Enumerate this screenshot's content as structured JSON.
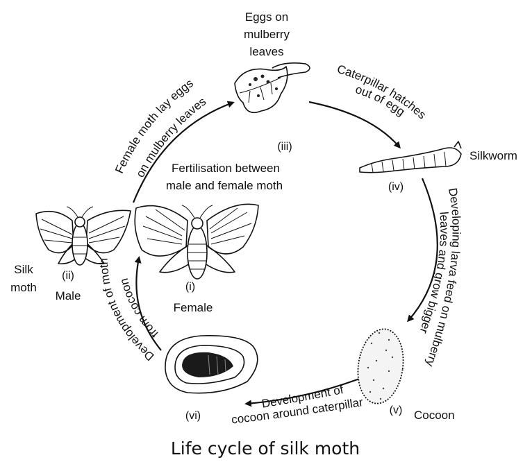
{
  "title": "Life cycle of silk moth",
  "stages": {
    "eggs": {
      "label_lines": [
        "Eggs on",
        "mulberry",
        "leaves"
      ],
      "number": "(iii)"
    },
    "silkworm": {
      "label": "Silkworm",
      "number": "(iv)"
    },
    "cocoon": {
      "label": "Cocoon",
      "number": "(v)"
    },
    "pupa": {
      "number": "(vi)"
    },
    "female": {
      "number": "(i)",
      "label": "Female"
    },
    "male": {
      "number": "(ii)",
      "label": "Male",
      "side_label_lines": [
        "Silk",
        "moth"
      ]
    }
  },
  "fertilisation": [
    "Fertilisation between",
    "male and female moth"
  ],
  "arrows": {
    "female_to_eggs": [
      "Female moth lay eggs",
      "on mulberry leaves"
    ],
    "eggs_to_larva": [
      "Caterpillar hatches",
      "out of egg"
    ],
    "larva_to_cocoon": [
      "Developing larva feed on mulberry",
      "leaves and grow bigger"
    ],
    "cocoon_to_pupa": [
      "Development of",
      "cocoon around caterpillar"
    ],
    "pupa_to_moth": [
      "Development of moth",
      "from cocoon"
    ]
  }
}
